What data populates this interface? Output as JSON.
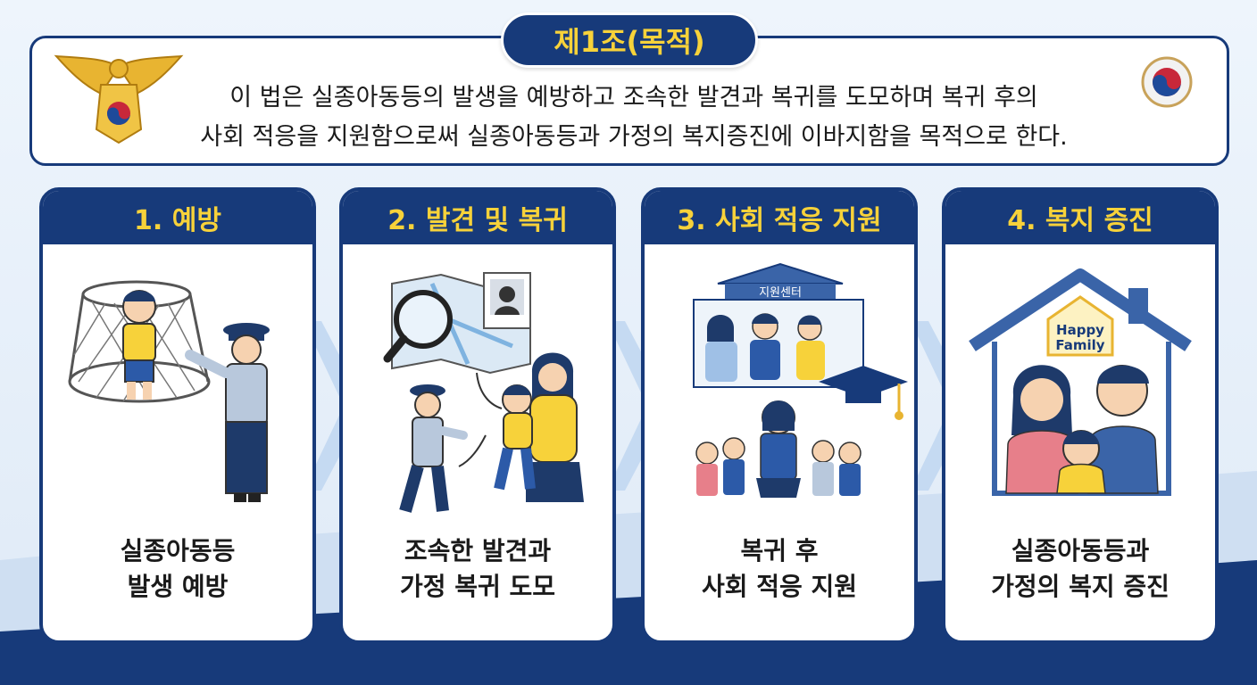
{
  "header": {
    "title": "제1조(목적)",
    "purpose_line1": "이 법은 실종아동등의 발생을 예방하고 조속한 발견과 복귀를 도모하며 복귀 후의",
    "purpose_line2": "사회 적응을 지원함으로써 실종아동등과 가정의 복지증진에 이바지함을 목적으로 한다."
  },
  "cards": [
    {
      "title": "1. 예방",
      "caption_line1": "실종아동등",
      "caption_line2": "발생 예방"
    },
    {
      "title": "2. 발견 및 복귀",
      "caption_line1": "조속한 발견과",
      "caption_line2": "가정 복귀 도모"
    },
    {
      "title": "3. 사회 적응 지원",
      "sign": "지원센터",
      "caption_line1": "복귀 후",
      "caption_line2": "사회 적응 지원"
    },
    {
      "title": "4. 복지 증진",
      "house_text_line1": "Happy",
      "house_text_line2": "Family",
      "caption_line1": "실종아동등과",
      "caption_line2": "가정의 복지 증진"
    }
  ],
  "colors": {
    "navy": "#173a7a",
    "yellow": "#f7d23a",
    "gold": "#e8b431"
  },
  "icons": [
    "police-emblem-icon",
    "government-emblem-icon",
    "net-icon",
    "police-officer-icon",
    "magnifier-icon",
    "map-icon",
    "id-photo-icon",
    "graduation-cap-icon",
    "house-icon"
  ]
}
